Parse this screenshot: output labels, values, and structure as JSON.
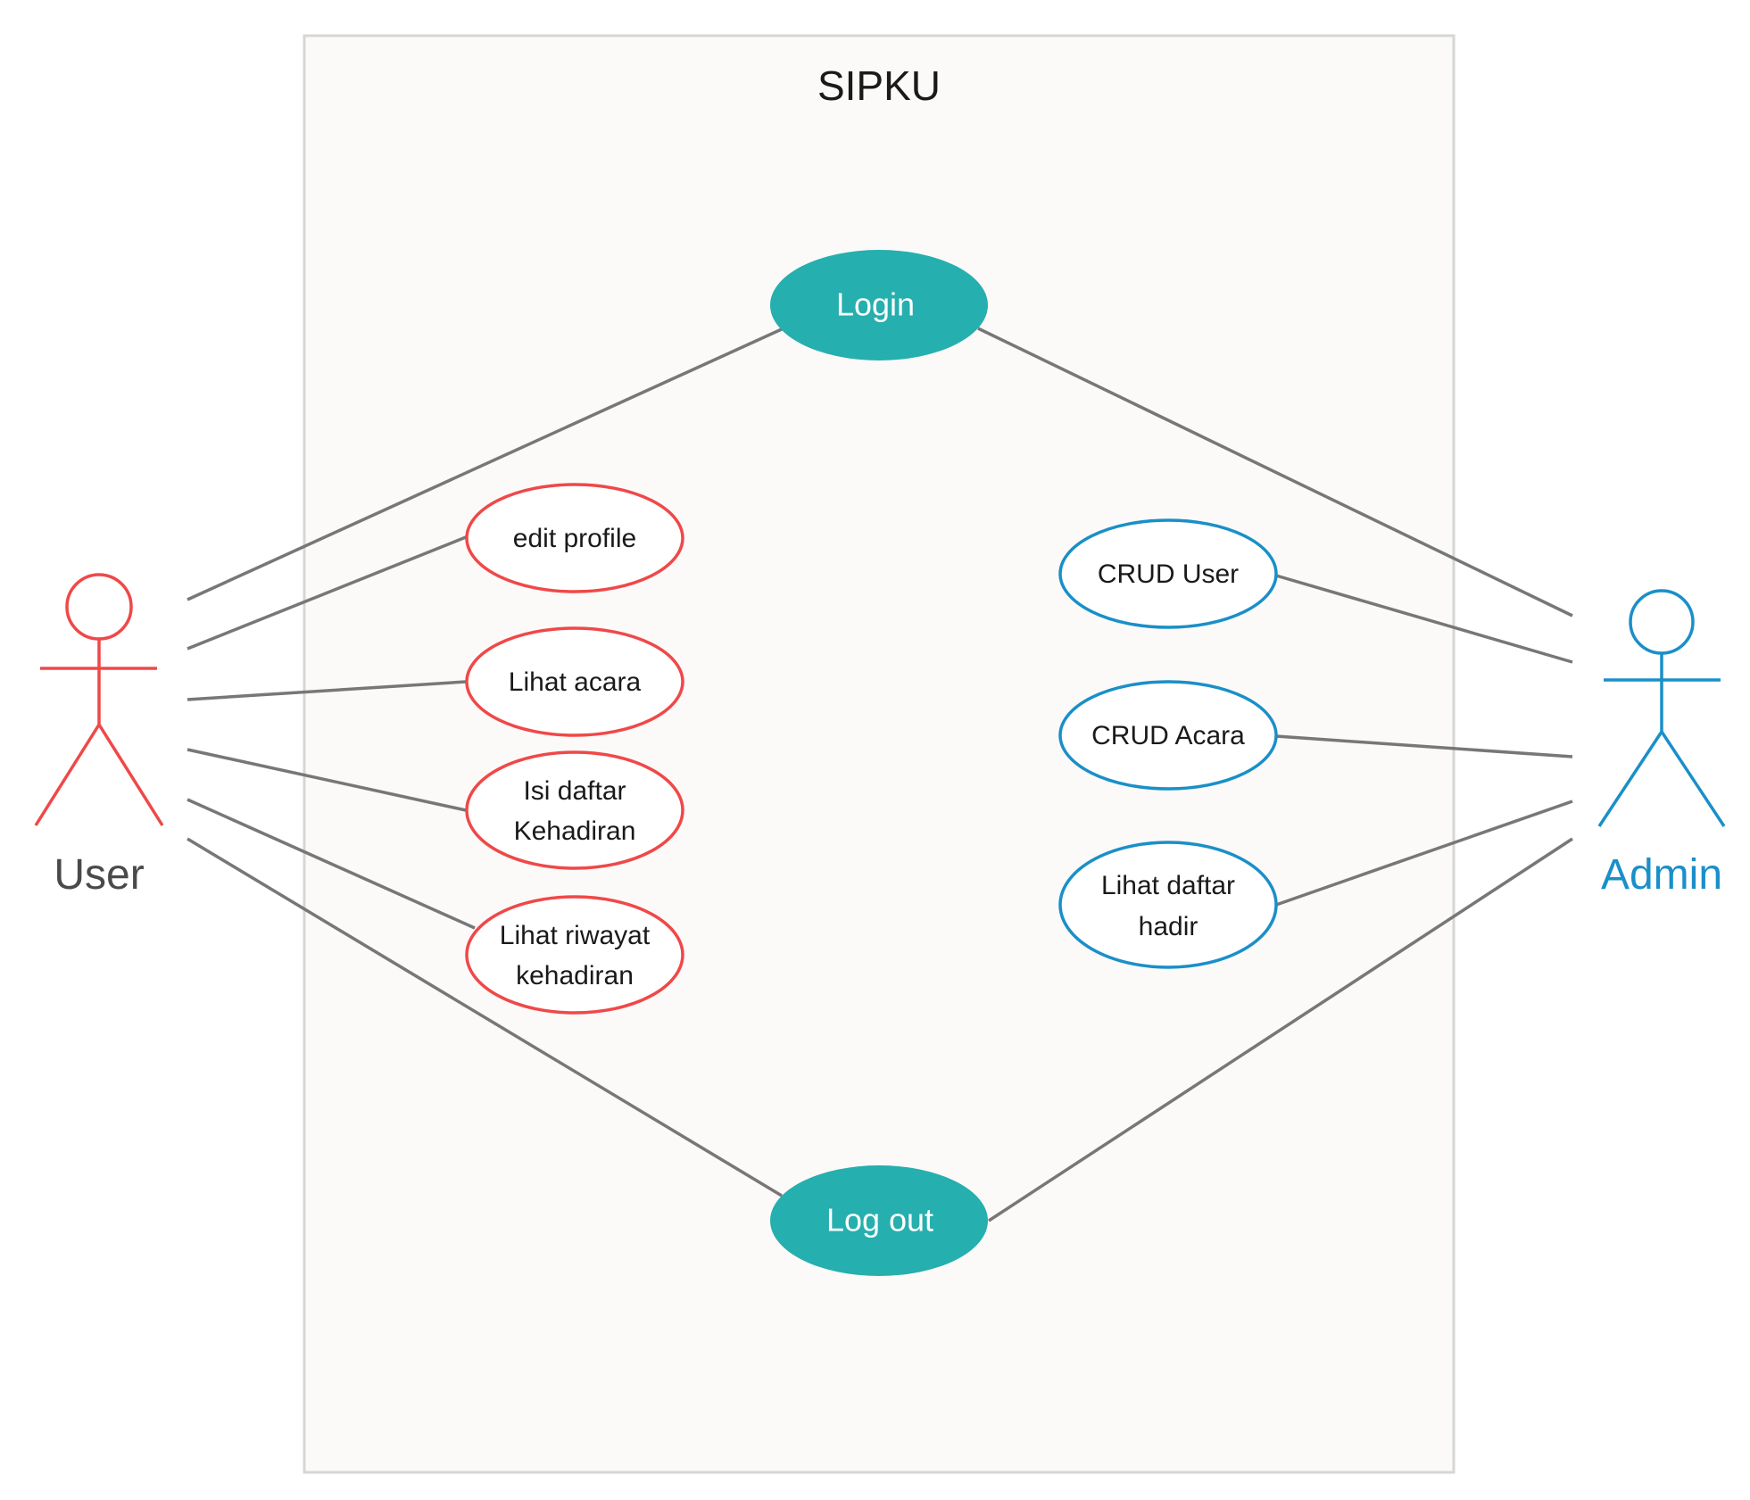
{
  "colors": {
    "user_actor": "#F04848",
    "admin_actor": "#1A8FC8",
    "shared_usecase_fill": "#25AFAE",
    "system_boundary_fill": "#FBFAF9",
    "system_boundary_stroke": "#D6D6D6",
    "association_line": "#777777"
  },
  "system": {
    "title": "SIPKU"
  },
  "actors": {
    "user": {
      "label": "User"
    },
    "admin": {
      "label": "Admin"
    }
  },
  "use_cases": {
    "login": {
      "lines": [
        "Login"
      ]
    },
    "logout": {
      "lines": [
        "Log out"
      ]
    },
    "edit_profile": {
      "lines": [
        "edit profile"
      ]
    },
    "lihat_acara": {
      "lines": [
        "Lihat acara"
      ]
    },
    "isi_daftar_kehadiran": {
      "lines": [
        "Isi daftar",
        "Kehadiran"
      ]
    },
    "lihat_riwayat_kehadiran": {
      "lines": [
        "Lihat riwayat",
        "kehadiran"
      ]
    },
    "crud_user": {
      "lines": [
        "CRUD User"
      ]
    },
    "crud_acara": {
      "lines": [
        "CRUD Acara"
      ]
    },
    "lihat_daftar_hadir": {
      "lines": [
        "Lihat daftar",
        "hadir"
      ]
    }
  },
  "associations": [
    {
      "actor": "user",
      "use_case": "login"
    },
    {
      "actor": "user",
      "use_case": "edit_profile"
    },
    {
      "actor": "user",
      "use_case": "lihat_acara"
    },
    {
      "actor": "user",
      "use_case": "isi_daftar_kehadiran"
    },
    {
      "actor": "user",
      "use_case": "lihat_riwayat_kehadiran"
    },
    {
      "actor": "user",
      "use_case": "logout"
    },
    {
      "actor": "admin",
      "use_case": "login"
    },
    {
      "actor": "admin",
      "use_case": "crud_user"
    },
    {
      "actor": "admin",
      "use_case": "crud_acara"
    },
    {
      "actor": "admin",
      "use_case": "lihat_daftar_hadir"
    },
    {
      "actor": "admin",
      "use_case": "logout"
    }
  ]
}
